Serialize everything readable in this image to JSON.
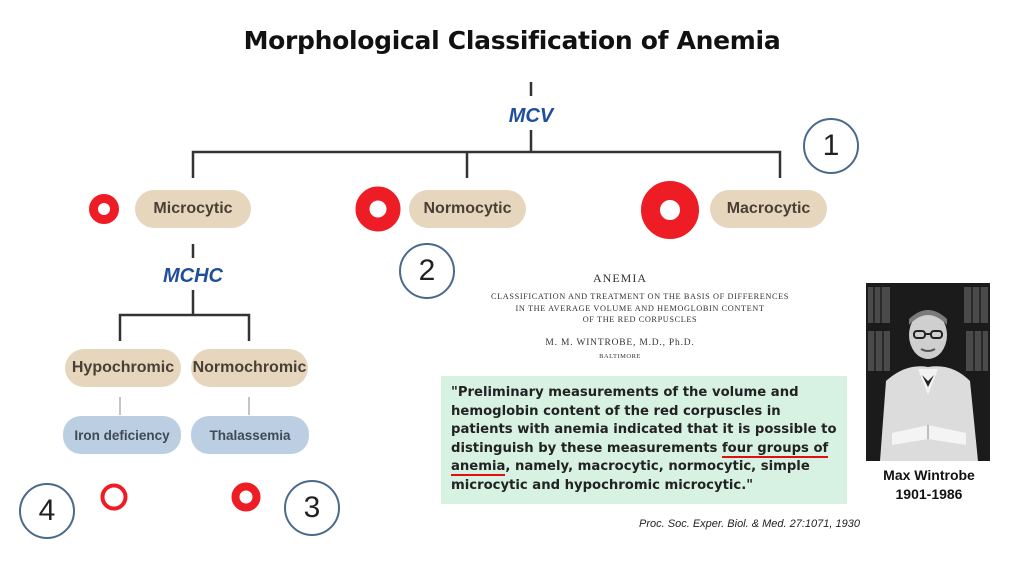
{
  "title": "Morphological Classification of Anemia",
  "mcv_label": "MCV",
  "mchc_label": "MCHC",
  "categories": {
    "microcytic": "Microcytic",
    "normocytic": "Normocytic",
    "macrocytic": "Macrocytic"
  },
  "subcategories": {
    "hypochromic": "Hypochromic",
    "normochromic": "Normochromic"
  },
  "examples": {
    "iron_deficiency": "Iron deficiency",
    "thalassemia": "Thalassemia"
  },
  "group_numbers": [
    "1",
    "2",
    "3",
    "4"
  ],
  "paper": {
    "heading": "ANEMIA",
    "subtitle_lines": [
      "CLASSIFICATION AND TREATMENT ON THE BASIS OF DIFFERENCES",
      "IN THE AVERAGE VOLUME AND HEMOGLOBIN CONTENT",
      "OF THE RED CORPUSCLES"
    ],
    "author": "M. M. WINTROBE, M.D., Ph.D.",
    "location": "BALTIMORE"
  },
  "quote": {
    "before": "\"Preliminary measurements of the volume and hemoglobin content of the red corpuscles in patients with anemia indicated that it is possible to distinguish by these measurements ",
    "underlined": "four groups of anemia",
    "after": ", namely, macrocytic, normocytic, simple microcytic and hypochromic microcytic.\""
  },
  "citation": "Proc. Soc. Exper. Biol. & Med. 27:1071, 1930",
  "person": {
    "name": "Max Wintrobe",
    "years": "1901-1986"
  },
  "colors": {
    "cell_red": "#ee1c24",
    "pill_tan": "#e6d6bd",
    "pill_blue": "#bccfe2",
    "label_blue": "#1f4e9c",
    "quote_bg": "#d7f2e3"
  }
}
